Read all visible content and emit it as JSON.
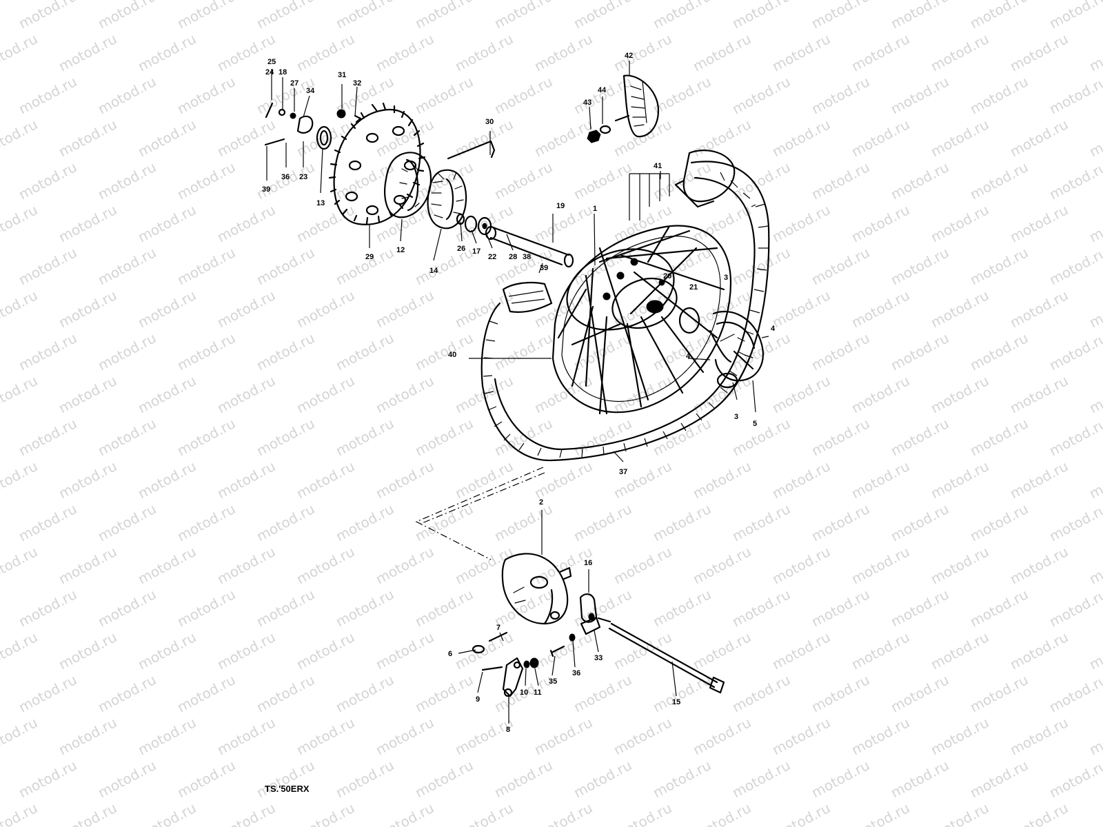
{
  "watermark": "motod.ru",
  "diagram_code": "TS.'50ERX",
  "part_labels": [
    "25",
    "24",
    "18",
    "27",
    "34",
    "31",
    "32",
    "39",
    "36",
    "23",
    "13",
    "30",
    "29",
    "12",
    "14",
    "26",
    "17",
    "22",
    "28",
    "38",
    "39",
    "19",
    "1",
    "20",
    "21",
    "3",
    "4",
    "4",
    "41",
    "42",
    "44",
    "43",
    "40",
    "3",
    "5",
    "37",
    "2",
    "16",
    "7",
    "6",
    "9",
    "10",
    "11",
    "35",
    "36",
    "33",
    "8",
    "15"
  ]
}
